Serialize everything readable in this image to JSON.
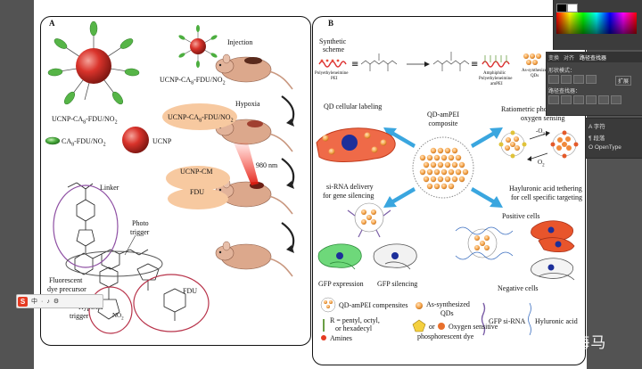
{
  "panel_a": {
    "letter": "A",
    "label_ucnp_ca8": "UCNP-CA",
    "label_ucnp_ca8_sub": "8",
    "label_ucnp_ca8_tail": "-FDU/NO",
    "label_ucnp_ca8_tail_sub": "2",
    "label_ca8": "CA",
    "label_ca8_sub": "8",
    "label_ca8_tail": "-FDU/NO",
    "label_ca8_tail_sub": "2",
    "label_ucnp": "UCNP",
    "label_injection": "Injection",
    "label_top_mouse": "UCNP-CA",
    "label_top_mouse_sub": "8",
    "label_top_mouse_tail": "-FDU/NO",
    "label_top_mouse_tail_sub": "2",
    "oval1_text": "UCNP-CA",
    "oval1_sub": "8",
    "oval1_tail": "-FDU/NO",
    "oval1_tail_sub": "2",
    "label_hypoxia": "Hypoxia",
    "oval2_text": "UCNP-CM",
    "label_980": "980 nm",
    "oval3_text": "FDU",
    "label_linker": "Linker",
    "label_photo": "Photo",
    "label_trigger": "trigger",
    "label_fluor1": "Fluorescent",
    "label_fluor2": "dye precursor",
    "label_hypoxia2": "Hypoxia",
    "label_trigger2": "trigger",
    "label_fdu": "FDU",
    "label_no2": "NO",
    "label_no2_sub": "2"
  },
  "panel_b": {
    "letter": "B",
    "synth1": "Synthetic",
    "synth2": "scheme",
    "pei1": "Polyethyleneimine",
    "pei2": "PEI",
    "amphi1": "Amphiphilic",
    "amphi2": "Polyethyleneimine",
    "amphi3": "amPEI",
    "as_synth1": "As-synthesized",
    "as_synth2": "QDs",
    "qd_label": "QD cellular labeling",
    "composite1": "QD-amPEI",
    "composite2": "composite",
    "ratio1": "Ratiometric photoluminescence",
    "ratio2": "oxygen sensing",
    "o2_top": "-O",
    "o2_top_sub": "2",
    "o2_bottom": "O",
    "o2_bottom_sub": "2",
    "sirna1": "si-RNA delivery",
    "sirna2": "for gene silencing",
    "hyal1": "Hayluronic acid tethering",
    "hyal2": "for cell specific targeting",
    "positive": "Positive cells",
    "negative": "Negative cells",
    "gfp_expr": "GFP expression",
    "gfp_sil": "GFP silencing",
    "leg_composites": "QD-amPEI compensites",
    "leg_r1": "R = pentyl, octyl,",
    "leg_r2": "or hexadecyl",
    "leg_amines": "Amines",
    "leg_as1": "As-synthesized",
    "leg_as2": "QDs",
    "leg_or": "or",
    "leg_oxy1": "Oxygen sensitive",
    "leg_oxy2": "phosphorescent dye",
    "leg_gfp": "GFP si-RNA",
    "leg_hyal": "Hyluronic acid"
  },
  "app": {
    "panel_tabs": [
      "变换",
      "对齐",
      "路径查找器"
    ],
    "shape_mode": "形状模式：",
    "expand": "扩展",
    "pathfinder": "路径查找器：",
    "char_items": [
      "字符",
      "段落",
      "OpenType"
    ],
    "ime_icons": [
      "中",
      "·",
      "♪",
      "⚙"
    ]
  },
  "watermark": "知乎 @刘海马",
  "colors": {
    "sphere_red": "#d9332b",
    "leaf_green": "#4cae3f",
    "oval_orange": "#f7c9a0",
    "arrow_blue": "#3aa6df",
    "qd_orange": "#f5a44a",
    "cell_red": "#e8552c",
    "nucleus_blue": "#1d2f9a",
    "mouse_skin": "#d8a68b"
  }
}
